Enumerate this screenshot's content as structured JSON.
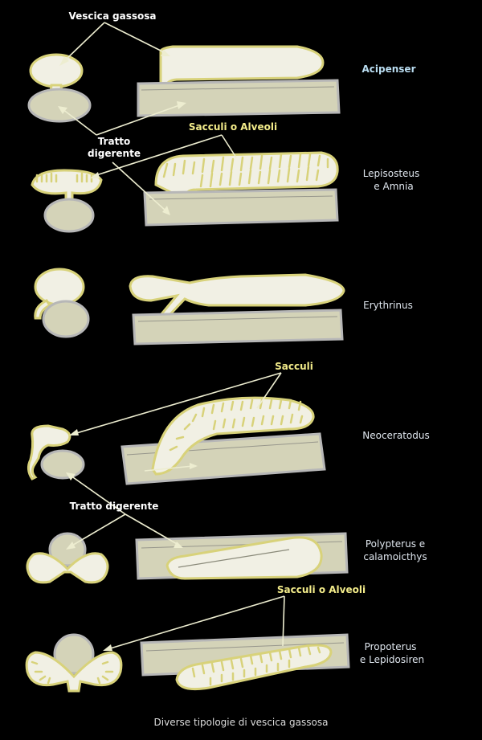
{
  "labels": {
    "vescica_gassosa": "Vescica gassosa",
    "tratto_digerente_1a": "Tratto",
    "tratto_digerente_1b": "digerente",
    "sacculi_alveoli_1": "Sacculi o Alveoli",
    "sacculi": "Sacculi",
    "tratto_digerente_2": "Tratto digerente",
    "sacculi_alveoli_2": "Sacculi o Alveoli"
  },
  "species": {
    "acipenser": "Acipenser",
    "lepisosteus_1": "Lepisosteus",
    "lepisosteus_2": "e Amnia",
    "erythrinus": "Erythrinus",
    "neoceratodus": "Neoceratodus",
    "polypterus_1": "Polypterus e",
    "polypterus_2": "calamoicthys",
    "propoterus_1": "Propoterus",
    "propoterus_2": "e Lepidosiren"
  },
  "caption": "Diverse tipologie di vescica gassosa",
  "colors": {
    "background": "#000000",
    "gut_fill": "#d4d3b8",
    "bladder_fill": "#f1f0e4",
    "bladder_outline": "#d8d27a",
    "yellow_label": "#f3ec8a",
    "highlight_species": "#b9dcf0"
  }
}
